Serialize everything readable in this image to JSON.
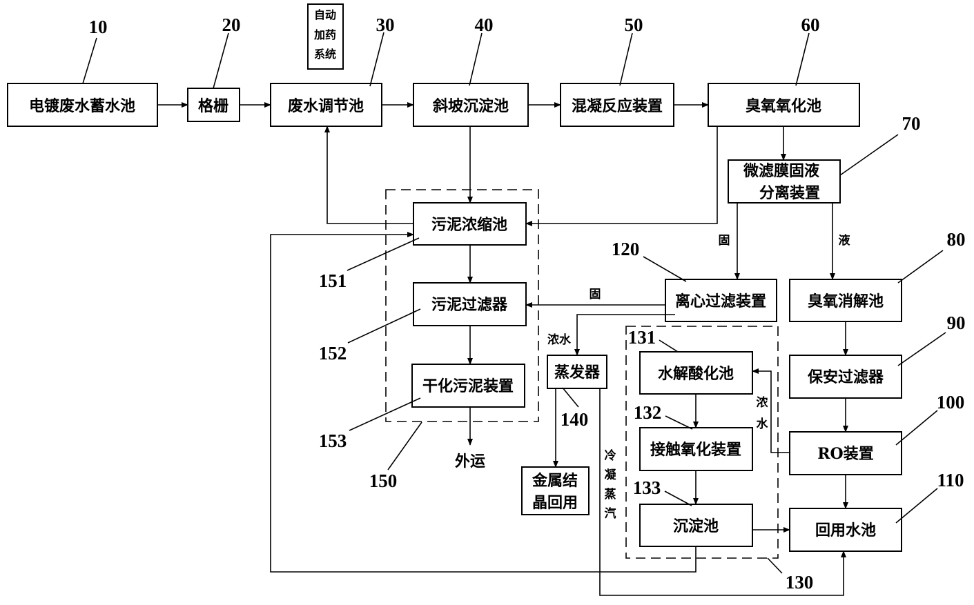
{
  "boxes": {
    "b10": "电镀废水蓄水池",
    "b20": "格栅",
    "b30": "废水调节池",
    "b30_dosing": [
      "自动",
      "加药",
      "系统"
    ],
    "b40": "斜坡沉淀池",
    "b50": "混凝反应装置",
    "b60": "臭氧氧化池",
    "b70": [
      "微滤膜固液",
      "分离装置"
    ],
    "b80": "臭氧消解池",
    "b90": "保安过滤器",
    "b100": "RO装置",
    "b110": "回用水池",
    "b120": "离心过滤装置",
    "b131": "水解酸化池",
    "b132": "接触氧化装置",
    "b133": "沉淀池",
    "b140": "蒸发器",
    "b140_out": [
      "金属结",
      "晶回用"
    ],
    "b151": "污泥浓缩池",
    "b152": "污泥过滤器",
    "b153": "干化污泥装置"
  },
  "numbers": {
    "n10": "10",
    "n20": "20",
    "n30": "30",
    "n40": "40",
    "n50": "50",
    "n60": "60",
    "n70": "70",
    "n80": "80",
    "n90": "90",
    "n100": "100",
    "n110": "110",
    "n120": "120",
    "n130": "130",
    "n131": "131",
    "n132": "132",
    "n133": "133",
    "n140": "140",
    "n150": "150",
    "n151": "151",
    "n152": "152",
    "n153": "153"
  },
  "labels": {
    "solid1": "固",
    "liquid": "液",
    "solid2": "固",
    "concentrate1": "浓水",
    "concentrate2": [
      "浓",
      "水"
    ],
    "condensed_steam": [
      "冷",
      "凝",
      "蒸",
      "汽"
    ],
    "export": "外运"
  }
}
